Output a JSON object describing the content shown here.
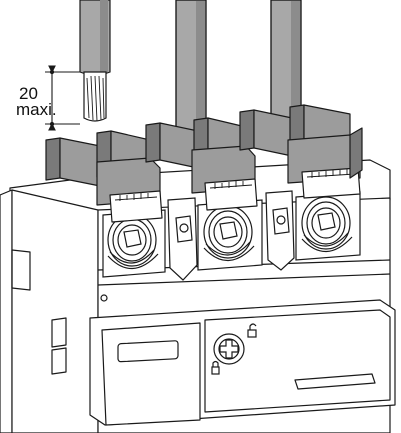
{
  "diagram": {
    "dimension": {
      "value": "20",
      "suffix": "maxi."
    },
    "cables": [
      {
        "id": 1,
        "state": "stripped-stranded"
      },
      {
        "id": 2,
        "state": "inserted"
      },
      {
        "id": 3,
        "state": "inserted"
      }
    ],
    "icons": [
      "cable-icon",
      "terminal-block-icon",
      "clamp-screw-icon",
      "phase-barrier-icon",
      "rotary-lock-icon",
      "padlock-open-icon",
      "padlock-closed-icon"
    ]
  },
  "colors": {
    "barrier": "#9c9c9c",
    "barrier_dark": "#7a7a7a",
    "cable": "#a8a8a8",
    "cable_shade": "#8c8c8c",
    "outline": "#1a1a1a",
    "body": "#ffffff"
  }
}
